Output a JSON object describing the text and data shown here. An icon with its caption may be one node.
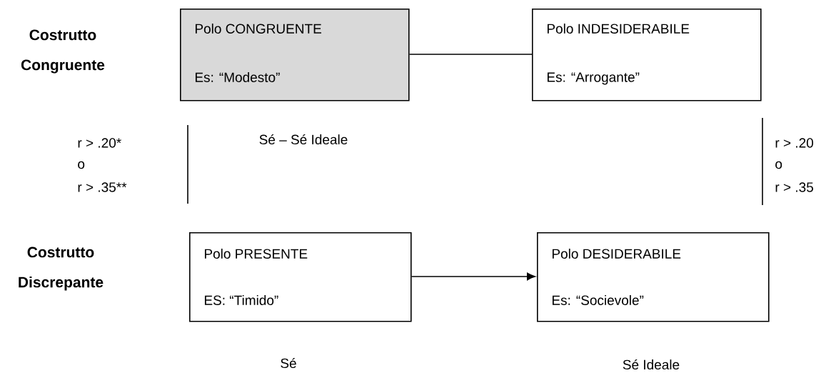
{
  "diagram": {
    "nodes": [
      {
        "text": [
          "Polo CONGRUENTE",
          "Es: “Modesto”"
        ]
      },
      {
        "text": [
          "Polo INDESIDERABILE",
          "Es: “Arrogante”"
        ]
      },
      {
        "text": [
          "Polo PRESENTE",
          "ES: “Timido”"
        ]
      },
      {
        "text": [
          "Polo DESIDERABILE",
          "Es: “Socievole”"
        ]
      }
    ],
    "edges": [
      {
        "from": 0,
        "to": 1,
        "arrow": "none"
      },
      {
        "from": 2,
        "to": 3,
        "arrow": "to"
      }
    ],
    "labels": [
      "Costrutto Congruente",
      "r > .20*",
      "o",
      "r > .35**",
      "Sé – Sé Ideale",
      "r > .20",
      "o",
      "r > .35",
      "Costrutto Discrepante",
      "Sé",
      "Sé Ideale"
    ]
  }
}
